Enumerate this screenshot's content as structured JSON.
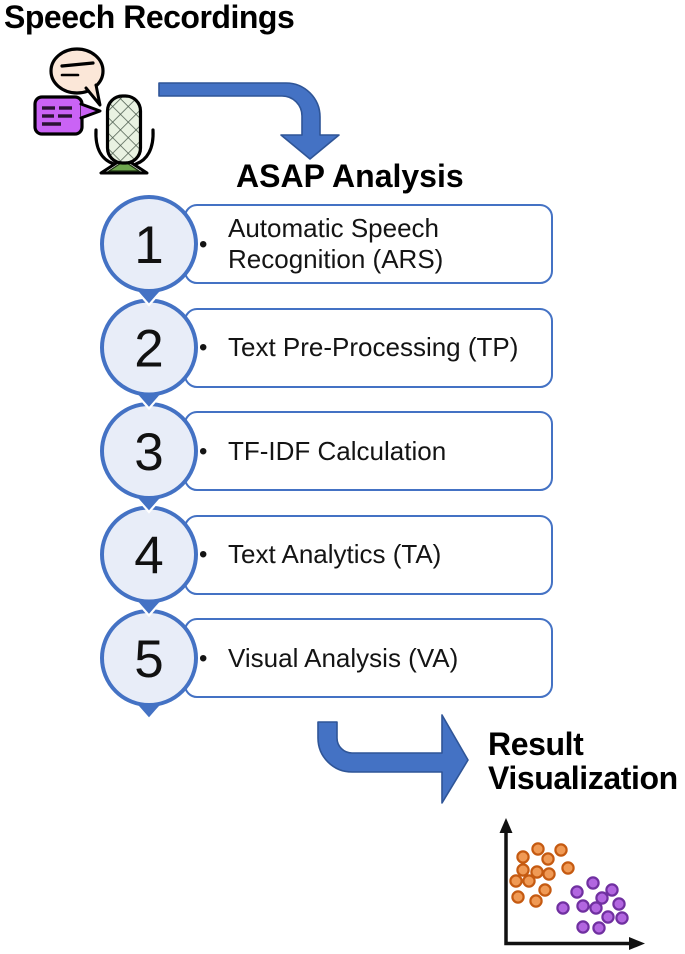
{
  "title": "Speech Recordings",
  "source_icon": {
    "name": "speech-bubbles-and-microphone-icon",
    "parts": [
      "round-speech-bubble-icon",
      "text-speech-bubble-icon",
      "microphone-icon"
    ]
  },
  "flow": {
    "top_arrow": "curved-arrow-down-icon",
    "bottom_arrow": "curved-arrow-right-icon"
  },
  "process": {
    "heading": "ASAP Analysis",
    "bullet": "•",
    "steps": [
      {
        "number": "1",
        "lines": [
          "Automatic Speech",
          "Recognition (ARS)"
        ]
      },
      {
        "number": "2",
        "lines": [
          "Text Pre-Processing (TP)"
        ]
      },
      {
        "number": "3",
        "lines": [
          "TF-IDF Calculation"
        ]
      },
      {
        "number": "4",
        "lines": [
          "Text Analytics (TA)"
        ]
      },
      {
        "number": "5",
        "lines": [
          "Visual Analysis (VA)"
        ]
      }
    ]
  },
  "result": {
    "heading_lines": [
      "Result",
      "Visualization"
    ],
    "scatter_icon": {
      "name": "scatter-plot-icon",
      "clusters": [
        {
          "name": "orange-cluster",
          "fill": "#F09A55",
          "border": "#C55A11",
          "points": [
            [
              538,
              849
            ],
            [
              561,
              850
            ],
            [
              523,
              857
            ],
            [
              548,
              859
            ],
            [
              523,
              870
            ],
            [
              537,
              872
            ],
            [
              568,
              868
            ],
            [
              516,
              881
            ],
            [
              529,
              881
            ],
            [
              549,
              874
            ],
            [
              518,
              897
            ],
            [
              545,
              890
            ],
            [
              536,
              901
            ]
          ]
        },
        {
          "name": "purple-cluster",
          "fill": "#B266E0",
          "border": "#7030A0",
          "points": [
            [
              593,
              883
            ],
            [
              612,
              890
            ],
            [
              577,
              892
            ],
            [
              602,
              898
            ],
            [
              619,
              904
            ],
            [
              563,
              908
            ],
            [
              583,
              906
            ],
            [
              596,
              908
            ],
            [
              608,
              917
            ],
            [
              622,
              918
            ],
            [
              583,
              927
            ],
            [
              599,
              928
            ]
          ]
        }
      ]
    }
  },
  "colors": {
    "accent_blue": "#4472C4",
    "accent_blue_dark": "#2F5597",
    "pin_circle_fill": "#E8EDF8",
    "box_border": "#4472C4",
    "peach_bubble": "#FBE7D8",
    "purple_bubble": "#CA63F5",
    "mic_body": "#E9F2E2",
    "mic_base_green": "#6EA74E",
    "axis_black": "#111111"
  }
}
